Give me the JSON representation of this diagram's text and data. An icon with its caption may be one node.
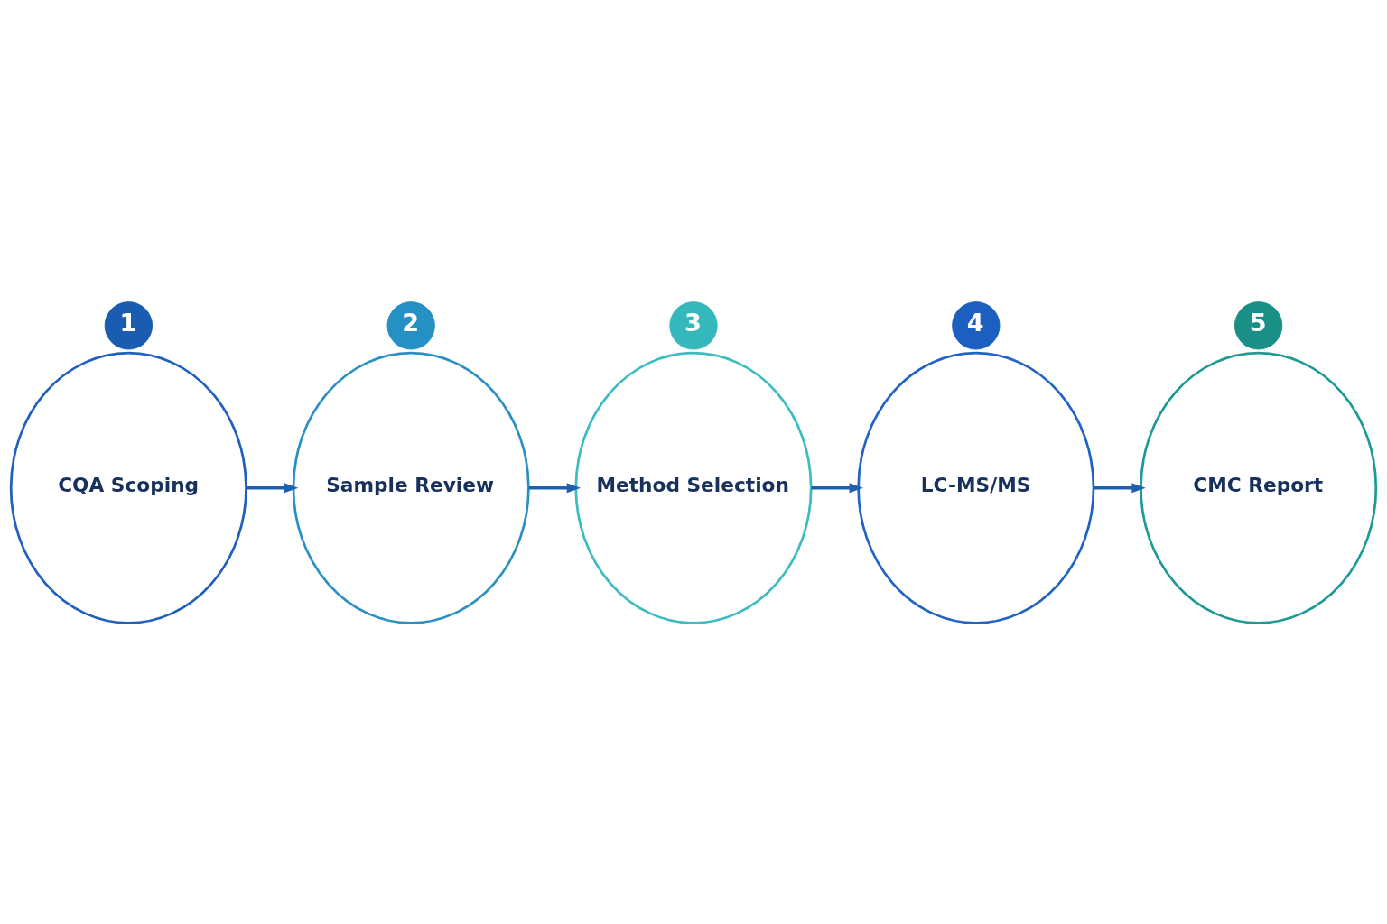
{
  "diagram": {
    "nodes": [
      {
        "text": [
          "1"
        ]
      },
      {
        "text": [
          "CQA Scoping"
        ]
      },
      {
        "text": [
          "2"
        ]
      },
      {
        "text": [
          "Sample Review"
        ]
      },
      {
        "text": [
          "3"
        ]
      },
      {
        "text": [
          "Method Selection"
        ]
      },
      {
        "text": [
          "4"
        ]
      },
      {
        "text": [
          "LC-MS/MS"
        ]
      },
      {
        "text": [
          "5"
        ]
      },
      {
        "text": [
          "CMC Report"
        ]
      }
    ],
    "edges": [
      {
        "from": 1,
        "to": 3,
        "arrow": "to"
      },
      {
        "from": 3,
        "to": 5,
        "arrow": "to"
      },
      {
        "from": 5,
        "to": 7,
        "arrow": "to"
      },
      {
        "from": 7,
        "to": 9,
        "arrow": "to"
      }
    ]
  }
}
